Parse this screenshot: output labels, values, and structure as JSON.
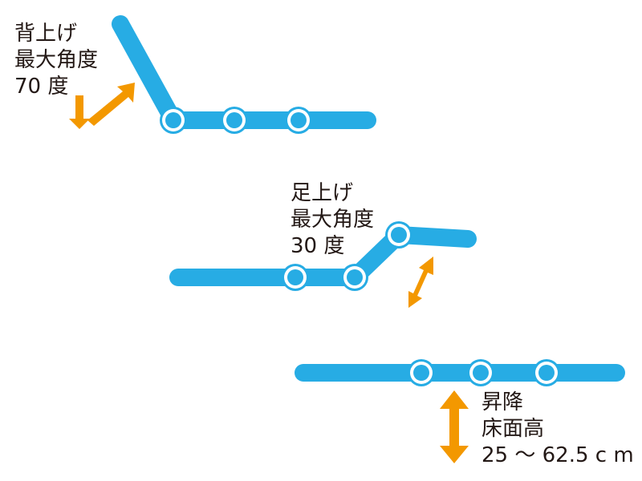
{
  "diagrams": {
    "back_raise": {
      "lines": [
        "背上げ",
        "最大角度",
        "70 度"
      ]
    },
    "leg_raise": {
      "lines": [
        "足上げ",
        "最大角度",
        "30 度"
      ]
    },
    "height_adjust": {
      "lines": [
        "昇降",
        "床面高",
        "25 ～ 62.5 c m"
      ]
    }
  },
  "colors": {
    "bed_frame": "#27ace4",
    "arrow": "#f39800",
    "joint_fill": "#ffffff",
    "text": "#231815"
  }
}
